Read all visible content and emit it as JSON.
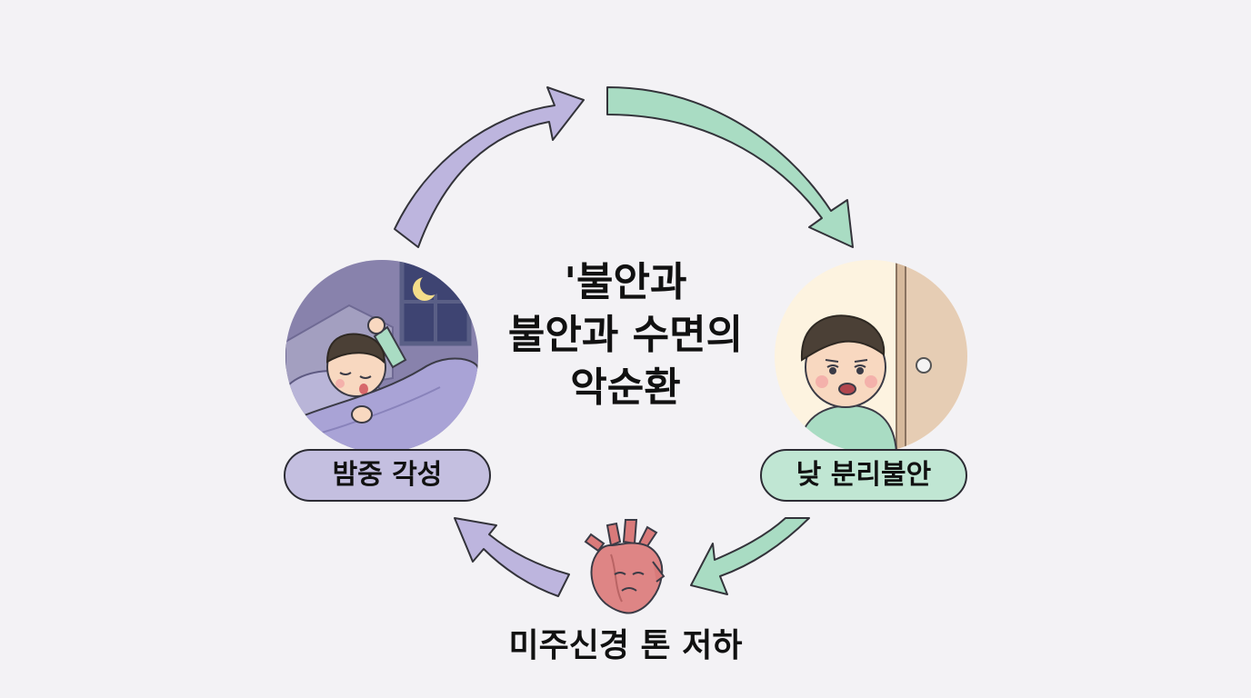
{
  "title_lines": [
    "'불안과",
    "불안과 수면의",
    "악순환"
  ],
  "nodes": {
    "night_waking": {
      "label": "밤중 각성",
      "color": "#c4bfe0"
    },
    "day_anxiety": {
      "label": "낮 분리불안",
      "color": "#c0e6d3"
    },
    "vagal_tone": {
      "label": "미주신경 톤 저하"
    }
  },
  "arrow_colors": {
    "purple": "#bdb5de",
    "green": "#a9dcc3",
    "stroke": "#33333a"
  },
  "icons": [
    "sleeping-child-illustration",
    "moon-icon",
    "anxious-child-illustration",
    "sad-heart-icon"
  ]
}
